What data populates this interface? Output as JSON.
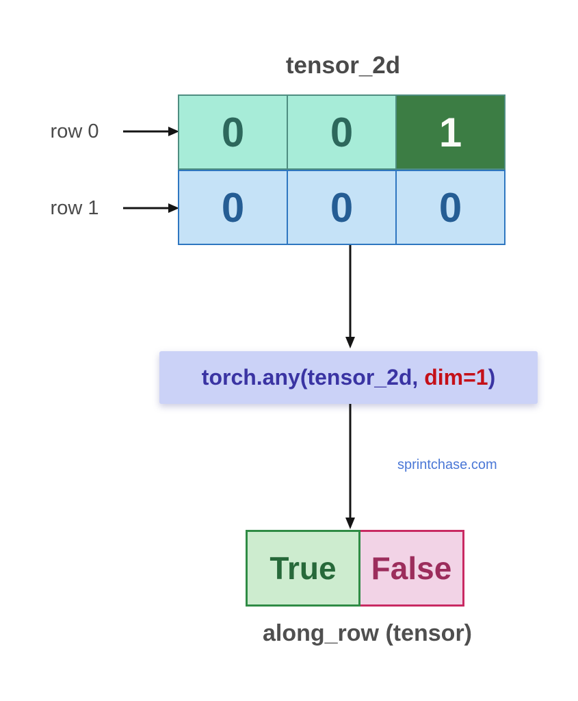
{
  "title": "tensor_2d",
  "tensor_grid": {
    "rows": [
      {
        "label": "row 0",
        "cells": [
          {
            "value": "0"
          },
          {
            "value": "0"
          },
          {
            "value": "1"
          }
        ]
      },
      {
        "label": "row 1",
        "cells": [
          {
            "value": "0"
          },
          {
            "value": "0"
          },
          {
            "value": "0"
          }
        ]
      }
    ]
  },
  "operation": {
    "code_prefix": "torch.any(tensor_2d, ",
    "code_highlight": "dim=1",
    "code_suffix": ")"
  },
  "watermark": "sprintchase.com",
  "result": {
    "cells": [
      {
        "value": "True"
      },
      {
        "value": "False"
      }
    ],
    "caption": "along_row (tensor)"
  },
  "colors": {
    "row0_fill": "#a7ecd8",
    "row0_border": "#4e8d80",
    "row0_text": "#2d685c",
    "one_cell_fill": "#3c7d44",
    "one_cell_text": "#fafcf7",
    "row1_fill": "#c5e2f7",
    "row1_border": "#2e76c0",
    "row1_text": "#255d94",
    "op_box_fill": "#cbd2f7",
    "op_text": "#3a34a3",
    "op_highlight": "#c41019",
    "true_fill": "#cdeccf",
    "true_border": "#2f8b45",
    "true_text": "#27693a",
    "false_fill": "#f2d3e6",
    "false_border": "#c92a62",
    "false_text": "#9c2d5c",
    "watermark_text": "#4a77d6",
    "label_text": "#4a4a4a",
    "arrow": "#141414"
  }
}
